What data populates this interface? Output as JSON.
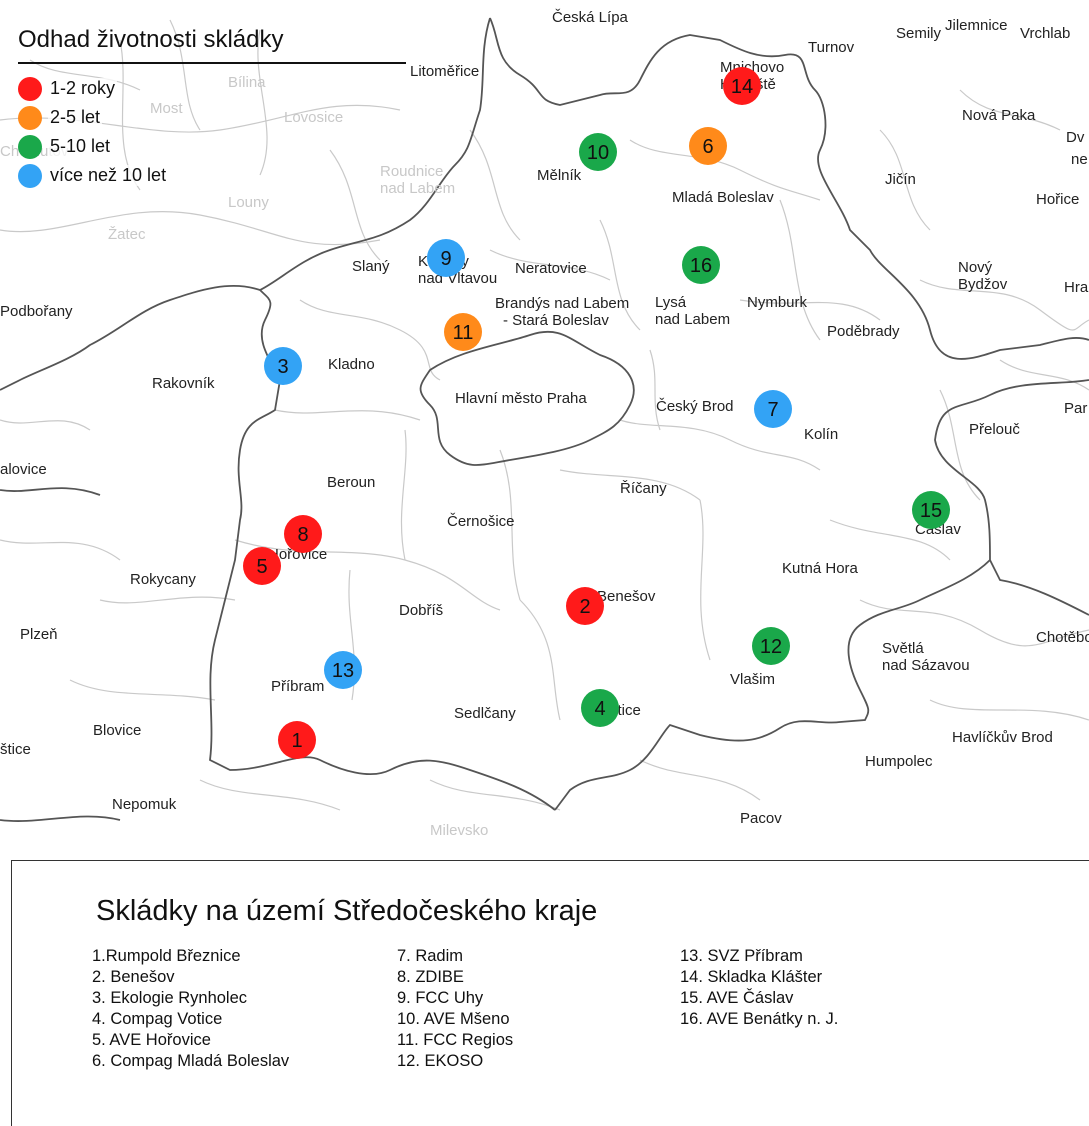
{
  "legend": {
    "title": "Odhad životnosti skládky",
    "items": [
      {
        "label": "1-2 roky",
        "color": "#ff1a1a"
      },
      {
        "label": "2-5 let",
        "color": "#ff8a1a"
      },
      {
        "label": "5-10 let",
        "color": "#1aa84a"
      },
      {
        "label": "více než 10 let",
        "color": "#33a3f5"
      }
    ]
  },
  "map": {
    "towns": [
      "Česká Lípa",
      "Semily",
      "Jilemnice",
      "Vrchlab",
      "Turnov",
      "Litoměřice",
      "Mnichovo Hradiště",
      "Nová Paka",
      "Dv",
      "ne",
      "Mělník",
      "Mladá Boleslav",
      "Jičín",
      "Hořice",
      "Roudnice nad Labem",
      "Bílina",
      "Most",
      "Lovosice",
      "Chomutov",
      "Louny",
      "Žatec",
      "Slaný",
      "Kralupy nad Vltavou",
      "Neratovice",
      "Brandýs nad Labem - Stará Boleslav",
      "Lysá nad Labem",
      "Nymburk",
      "Nový Bydžov",
      "Hra",
      "Podbořany",
      "Poděbrady",
      "Kladno",
      "Rakovník",
      "Hlavní město Praha",
      "Český Brod",
      "Kolín",
      "Par",
      "Přelouč",
      "alovice",
      "Beroun",
      "Říčany",
      "Černošice",
      "Čáslav",
      "Hořovice",
      "Rokycany",
      "Kutná Hora",
      "Benešov",
      "Dobříš",
      "Plzeň",
      "Chotěbo",
      "Světlá nad Sázavou",
      "Příbram",
      "Vlašim",
      "Sedlčany",
      "Votice",
      "Blovice",
      "štice",
      "Havlíčkův Brod",
      "Humpolec",
      "Nepomuk",
      "Pacov",
      "Milevsko"
    ],
    "markers": [
      {
        "num": "1",
        "category": 0
      },
      {
        "num": "2",
        "category": 0
      },
      {
        "num": "3",
        "category": 3
      },
      {
        "num": "4",
        "category": 2
      },
      {
        "num": "5",
        "category": 0
      },
      {
        "num": "6",
        "category": 1
      },
      {
        "num": "7",
        "category": 3
      },
      {
        "num": "8",
        "category": 0
      },
      {
        "num": "9",
        "category": 3
      },
      {
        "num": "10",
        "category": 2
      },
      {
        "num": "11",
        "category": 1
      },
      {
        "num": "12",
        "category": 2
      },
      {
        "num": "13",
        "category": 3
      },
      {
        "num": "14",
        "category": 0
      },
      {
        "num": "15",
        "category": 2
      },
      {
        "num": "16",
        "category": 2
      }
    ]
  },
  "sites": {
    "title": "Skládky na území Středočeského kraje",
    "columns": [
      [
        "1.Rumpold Březnice",
        "2. Benešov",
        "3. Ekologie Rynholec",
        "4. Compag Votice",
        "5. AVE Hořovice",
        "6. Compag Mladá Boleslav"
      ],
      [
        "7. Radim",
        "8. ZDIBE",
        "9. FCC Uhy",
        "10. AVE Mšeno",
        "11. FCC Regios",
        "12. EKOSO"
      ],
      [
        "13. SVZ Příbram",
        "14. Skladka Klášter",
        "15. AVE Čáslav",
        "16. AVE Benátky n. J."
      ]
    ]
  }
}
